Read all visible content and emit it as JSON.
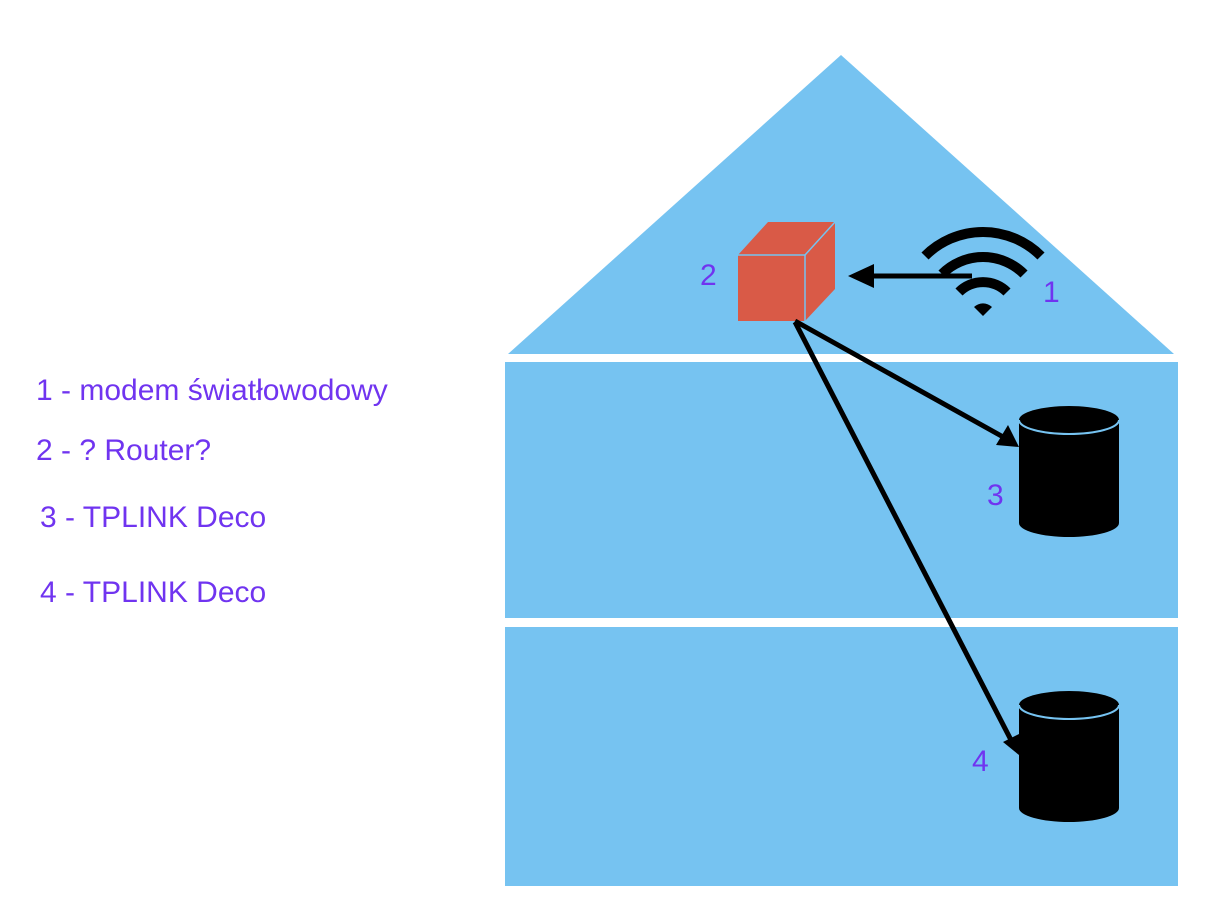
{
  "colors": {
    "house": "#76c3f1",
    "router_cube": "#d95a47",
    "devices": "#000000",
    "label_text": "#7034f0",
    "background": "#ffffff"
  },
  "legend": [
    {
      "number": "1",
      "text": "1 - modem światłowodowy"
    },
    {
      "number": "2",
      "text": "2 - ? Router?"
    },
    {
      "number": "3",
      "text": "3 - TPLINK Deco"
    },
    {
      "number": "4",
      "text": "4 - TPLINK Deco"
    }
  ],
  "diagram": {
    "floors": [
      "roof",
      "floor-1",
      "floor-2"
    ],
    "nodes": [
      {
        "id": "1",
        "label": "1",
        "icon": "wifi-icon",
        "description": "modem światłowodowy"
      },
      {
        "id": "2",
        "label": "2",
        "icon": "cube-icon",
        "description": "? Router?"
      },
      {
        "id": "3",
        "label": "3",
        "icon": "cylinder-icon",
        "description": "TPLINK Deco"
      },
      {
        "id": "4",
        "label": "4",
        "icon": "cylinder-icon",
        "description": "TPLINK Deco"
      }
    ],
    "edges": [
      {
        "from": "1",
        "to": "2"
      },
      {
        "from": "2",
        "to": "3"
      },
      {
        "from": "2",
        "to": "4"
      }
    ]
  }
}
